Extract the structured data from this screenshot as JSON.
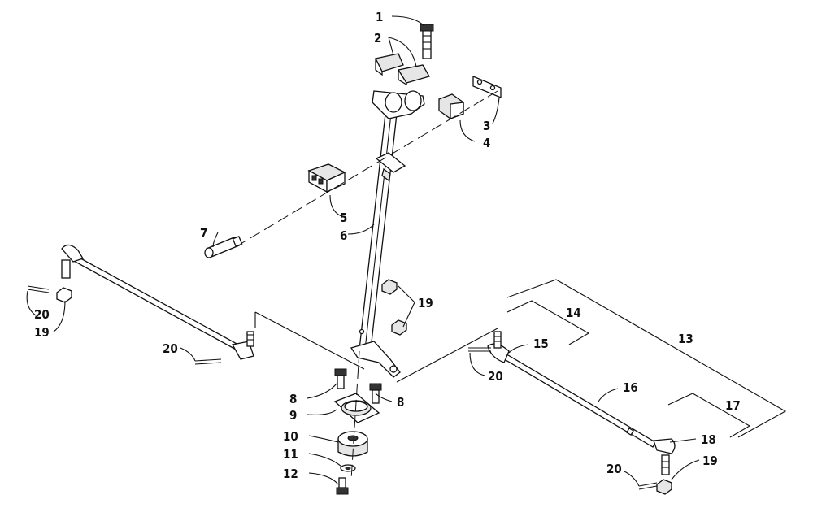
{
  "callouts": {
    "c1": "1",
    "c2": "2",
    "c3": "3",
    "c4": "4",
    "c5": "5",
    "c6": "6",
    "c7": "7",
    "c8a": "8",
    "c8b": "8",
    "c9": "9",
    "c10": "10",
    "c11": "11",
    "c12": "12",
    "c13": "13",
    "c14": "14",
    "c15": "15",
    "c16": "16",
    "c17": "17",
    "c18": "18",
    "c19a": "19",
    "c19b": "19",
    "c19c": "19",
    "c20a": "20",
    "c20b": "20",
    "c20c": "20",
    "c20d": "20"
  }
}
